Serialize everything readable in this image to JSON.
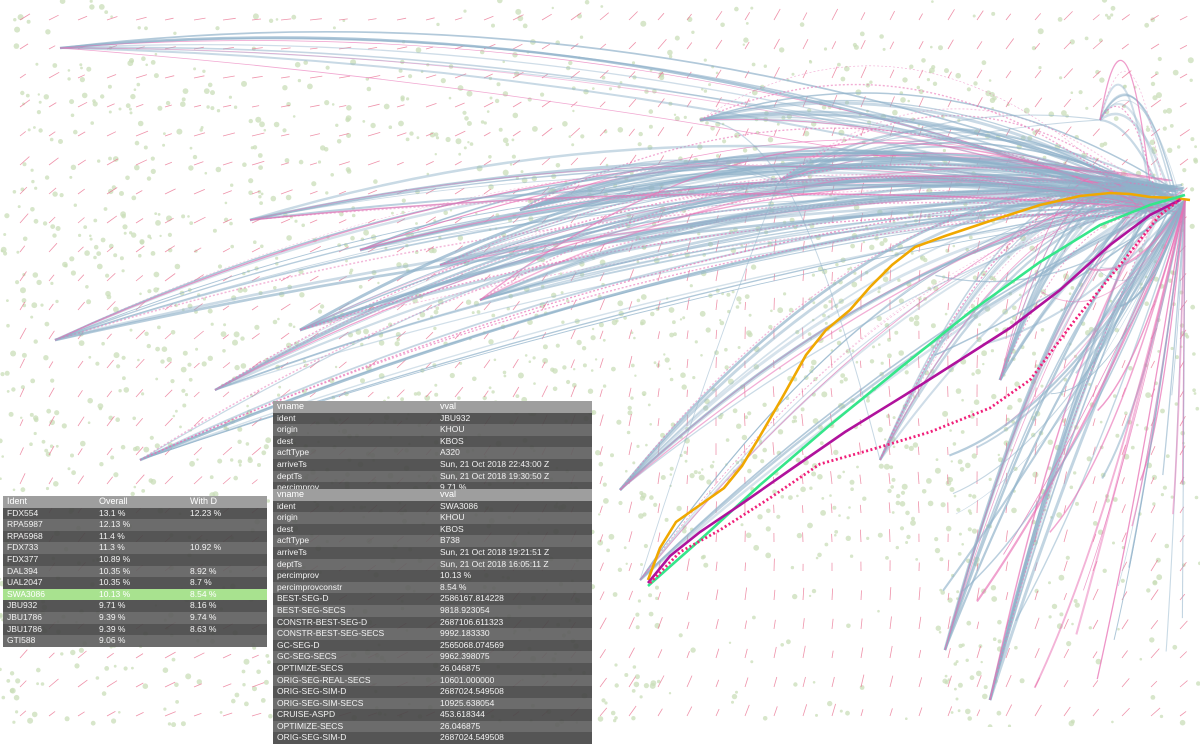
{
  "map": {
    "route_colors": {
      "base": "#8fb1c9",
      "alt": "#e86fb4",
      "airport_dots": "#c9ddb8",
      "wind_ticks": "#e9708f",
      "highlight_orange": "#f0a800",
      "highlight_green": "#35e68a",
      "highlight_purple": "#b0129c",
      "highlight_pink": "#f0207a"
    }
  },
  "rank_table": {
    "headers": [
      "Ident",
      "Overall",
      "With D"
    ],
    "rows": [
      {
        "ident": "FDX554",
        "overall": "13.1 %",
        "with_d": "12.23 %"
      },
      {
        "ident": "RPA5987",
        "overall": "12.13 %",
        "with_d": ""
      },
      {
        "ident": "RPA5968",
        "overall": "11.4 %",
        "with_d": ""
      },
      {
        "ident": "FDX733",
        "overall": "11.3 %",
        "with_d": "10.92 %"
      },
      {
        "ident": "FDX377",
        "overall": "10.89 %",
        "with_d": ""
      },
      {
        "ident": "DAL394",
        "overall": "10.35 %",
        "with_d": "8.92 %"
      },
      {
        "ident": "UAL2047",
        "overall": "10.35 %",
        "with_d": "8.7 %"
      },
      {
        "ident": "SWA3086",
        "overall": "10.13 %",
        "with_d": "8.54 %"
      },
      {
        "ident": "JBU932",
        "overall": "9.71 %",
        "with_d": "8.16 %"
      },
      {
        "ident": "JBU1786",
        "overall": "9.39 %",
        "with_d": "9.74 %"
      },
      {
        "ident": "JBU1786",
        "overall": "9.39 %",
        "with_d": "8.63 %"
      },
      {
        "ident": "GTI588",
        "overall": "9.06 %",
        "with_d": ""
      }
    ],
    "selected_index": 7
  },
  "info_panel_1": {
    "headers": [
      "vname",
      "vval"
    ],
    "rows": [
      {
        "name": "ident",
        "value": "JBU932"
      },
      {
        "name": "origin",
        "value": "KHOU"
      },
      {
        "name": "dest",
        "value": "KBOS"
      },
      {
        "name": "acftType",
        "value": "A320"
      },
      {
        "name": "arriveTs",
        "value": "Sun, 21 Oct 2018 22:43:00 Z"
      },
      {
        "name": "deptTs",
        "value": "Sun, 21 Oct 2018 19:30:50 Z"
      },
      {
        "name": "percimprov",
        "value": "9.71 %"
      }
    ]
  },
  "info_panel_2": {
    "headers": [
      "vname",
      "vval"
    ],
    "rows": [
      {
        "name": "ident",
        "value": "SWA3086"
      },
      {
        "name": "origin",
        "value": "KHOU"
      },
      {
        "name": "dest",
        "value": "KBOS"
      },
      {
        "name": "acftType",
        "value": "B738"
      },
      {
        "name": "arriveTs",
        "value": "Sun, 21 Oct 2018 19:21:51 Z"
      },
      {
        "name": "deptTs",
        "value": "Sun, 21 Oct 2018 16:05:11 Z"
      },
      {
        "name": "percimprov",
        "value": "10.13 %"
      },
      {
        "name": "percimprovconstr",
        "value": "8.54 %"
      },
      {
        "name": "BEST-SEG-D",
        "value": "2586167.814228"
      },
      {
        "name": "BEST-SEG-SECS",
        "value": "9818.923054"
      },
      {
        "name": "CONSTR-BEST-SEG-D",
        "value": "2687106.611323"
      },
      {
        "name": "CONSTR-BEST-SEG-SECS",
        "value": "9992.183330"
      },
      {
        "name": "GC-SEG-D",
        "value": "2565068.074569"
      },
      {
        "name": "GC-SEG-SECS",
        "value": "9962.398075"
      },
      {
        "name": "OPTIMIZE-SECS",
        "value": "26.046875"
      },
      {
        "name": "ORIG-SEG-REAL-SECS",
        "value": "10601.000000"
      },
      {
        "name": "ORIG-SEG-SIM-D",
        "value": "2687024.549508"
      },
      {
        "name": "ORIG-SEG-SIM-SECS",
        "value": "10925.638054"
      },
      {
        "name": "CRUISE-ASPD",
        "value": "453.618344"
      },
      {
        "name": "OPTIMIZE-SECS",
        "value": "26.046875"
      },
      {
        "name": "ORIG-SEG-SIM-D",
        "value": "2687024.549508"
      }
    ]
  }
}
